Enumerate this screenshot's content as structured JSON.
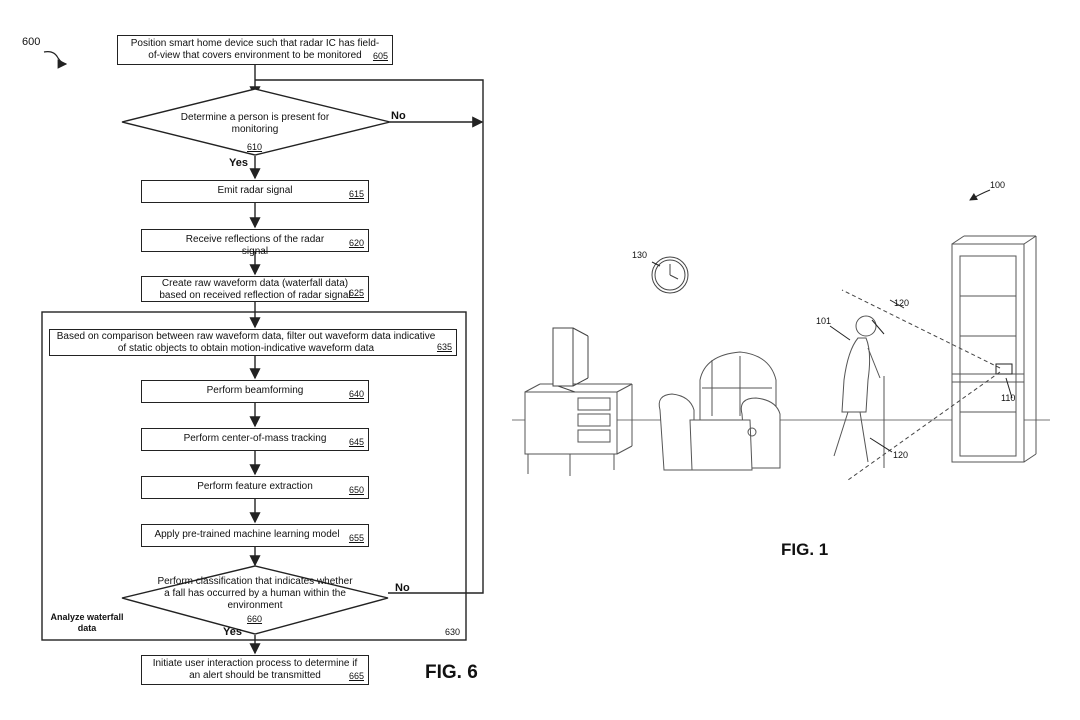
{
  "fig6": {
    "label": "FIG. 6",
    "ref_main": "600",
    "steps": [
      {
        "text": "Position smart home device such that radar IC has field-of-view that covers environment to be monitored",
        "ref": "605"
      },
      {
        "text": "Emit radar signal",
        "ref": "615"
      },
      {
        "text": "Receive reflections of the radar signal",
        "ref": "620"
      },
      {
        "text": "Create raw waveform data (waterfall data) based on received reflection of radar signal",
        "ref": "625"
      },
      {
        "text": "Based on comparison between raw waveform data, filter out waveform data indicative of static objects to obtain motion-indicative waveform data",
        "ref": "635"
      },
      {
        "text": "Perform beamforming",
        "ref": "640"
      },
      {
        "text": "Perform center-of-mass tracking",
        "ref": "645"
      },
      {
        "text": "Perform feature extraction",
        "ref": "650"
      },
      {
        "text": "Apply pre-trained machine learning model",
        "ref": "655"
      },
      {
        "text": "Initiate user interaction process to determine if an alert should be transmitted",
        "ref": "665"
      }
    ],
    "decisions": [
      {
        "text": "Determine a person is present for monitoring",
        "ref": "610",
        "yes": "Yes",
        "no": "No"
      },
      {
        "text": "Perform classification that indicates whether a fall has occurred by a human within the environment",
        "ref": "660",
        "yes": "Yes",
        "no": "No"
      }
    ],
    "group": {
      "label": "Analyze waterfall data",
      "ref": "630"
    }
  },
  "fig1": {
    "label": "FIG. 1",
    "ref_main": "100",
    "ref_person": "101",
    "ref_device": "110",
    "ref_field_top": "120",
    "ref_field_bottom": "120",
    "ref_clock": "130"
  }
}
